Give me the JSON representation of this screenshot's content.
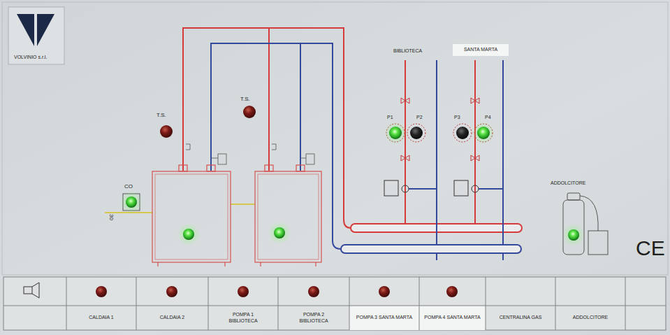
{
  "diagram": {
    "labels": [
      "VOLVINIO s.r.l.",
      "BIBLIOTECA",
      "SANTA MARTA",
      "T.S.",
      "T.S.",
      "P1",
      "P2",
      "P3",
      "P4",
      "ADDOLCITORE",
      "CO",
      "30",
      "CE",
      "CALDAIA 1",
      "CALDAIA 2",
      "POMPA 1 BIBLIOTECA",
      "POMPA 2 BIBLIOTECA",
      "POMPA 3 SANTA MARTA",
      "POMPA 4 SANTA MARTA",
      "CENTRALINA GAS",
      "ADDOLCITORE"
    ]
  }
}
